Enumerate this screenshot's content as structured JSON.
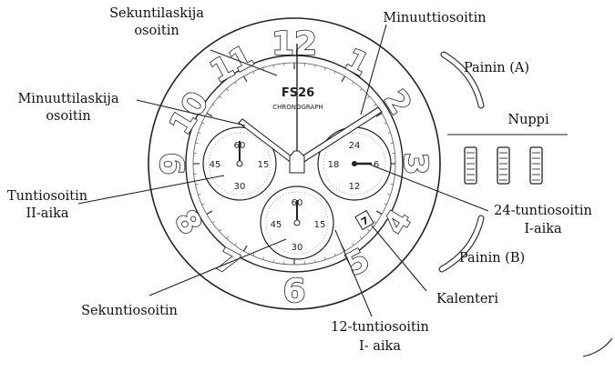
{
  "watch": {
    "brand": "FS26",
    "subtitle": "CHRONOGRAPH",
    "hour_numerals": [
      "12",
      "1",
      "2",
      "3",
      "4",
      "5",
      "6",
      "7",
      "8",
      "9",
      "10",
      "11"
    ],
    "left_subdial": {
      "top": "60",
      "left": "45",
      "right": "15",
      "bottom": "30"
    },
    "right_subdial": {
      "top": "24",
      "left": "18",
      "right": "6",
      "bottom": "12"
    },
    "bottom_subdial": {
      "top": "60",
      "left": "45",
      "right": "15",
      "bottom": "30"
    },
    "date_window": "7"
  },
  "labels": {
    "sekuntilaskija_line1": "Sekuntilaskija",
    "sekuntilaskija_line2": "osoitin",
    "minuuttiosoitin": "Minuuttiosoitin",
    "minuuttilaskija_line1": "Minuuttilaskija",
    "minuuttilaskija_line2": "osoitin",
    "painin_a": "Painin (A)",
    "nuppi": "Nuppi",
    "tuntiosoitin_line1": "Tuntiosoitin",
    "tuntiosoitin_line2": "II-aika",
    "tunti24_line1": "24-tuntiosoitin",
    "tunti24_line2": "I-aika",
    "painin_b": "Painin (B)",
    "kalenteri": "Kalenteri",
    "sekuntiosoitin": "Sekuntiosoitin",
    "tunti12_line1": "12-tuntiosoitin",
    "tunti12_line2": "I- aika"
  }
}
